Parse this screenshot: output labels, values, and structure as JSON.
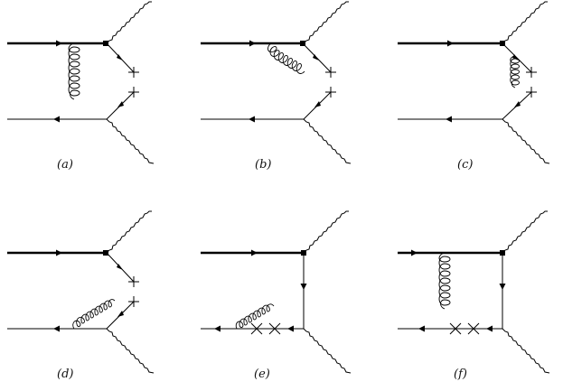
{
  "figure": {
    "panels": [
      {
        "id": "a",
        "caption": "(a)"
      },
      {
        "id": "b",
        "caption": "(b)"
      },
      {
        "id": "c",
        "caption": "(c)"
      },
      {
        "id": "d",
        "caption": "(d)"
      },
      {
        "id": "e",
        "caption": "(e)"
      },
      {
        "id": "f",
        "caption": "(f)"
      }
    ]
  }
}
